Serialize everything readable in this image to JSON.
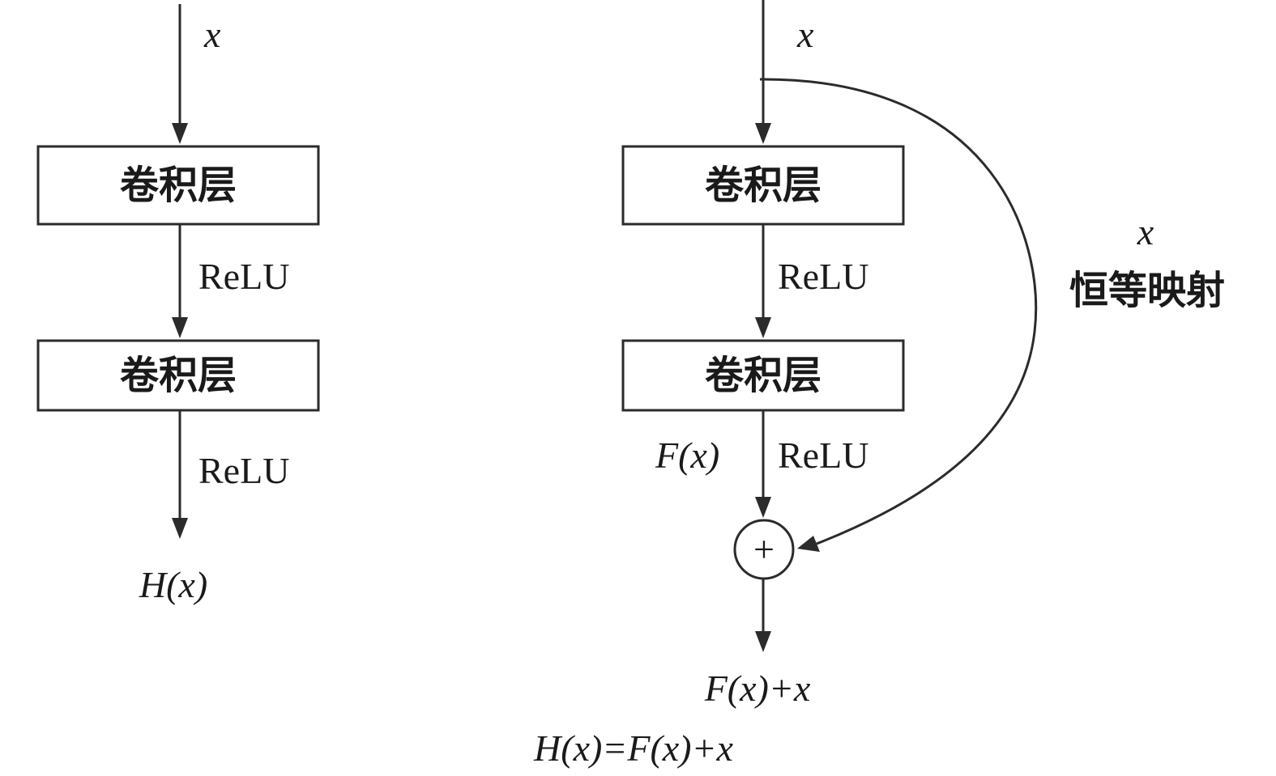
{
  "plain_block": {
    "input": "x",
    "layer1": "卷积层",
    "act1": "ReLU",
    "layer2": "卷积层",
    "act2": "ReLU",
    "output": "H(x)"
  },
  "residual_block": {
    "input": "x",
    "layer1": "卷积层",
    "act1": "ReLU",
    "layer2": "卷积层",
    "act2": "ReLU",
    "fx": "F(x)",
    "plus": "+",
    "output": "F(x)+x",
    "shortcut_x": "x",
    "shortcut_label": "恒等映射"
  },
  "equation": "H(x)=F(x)+x"
}
